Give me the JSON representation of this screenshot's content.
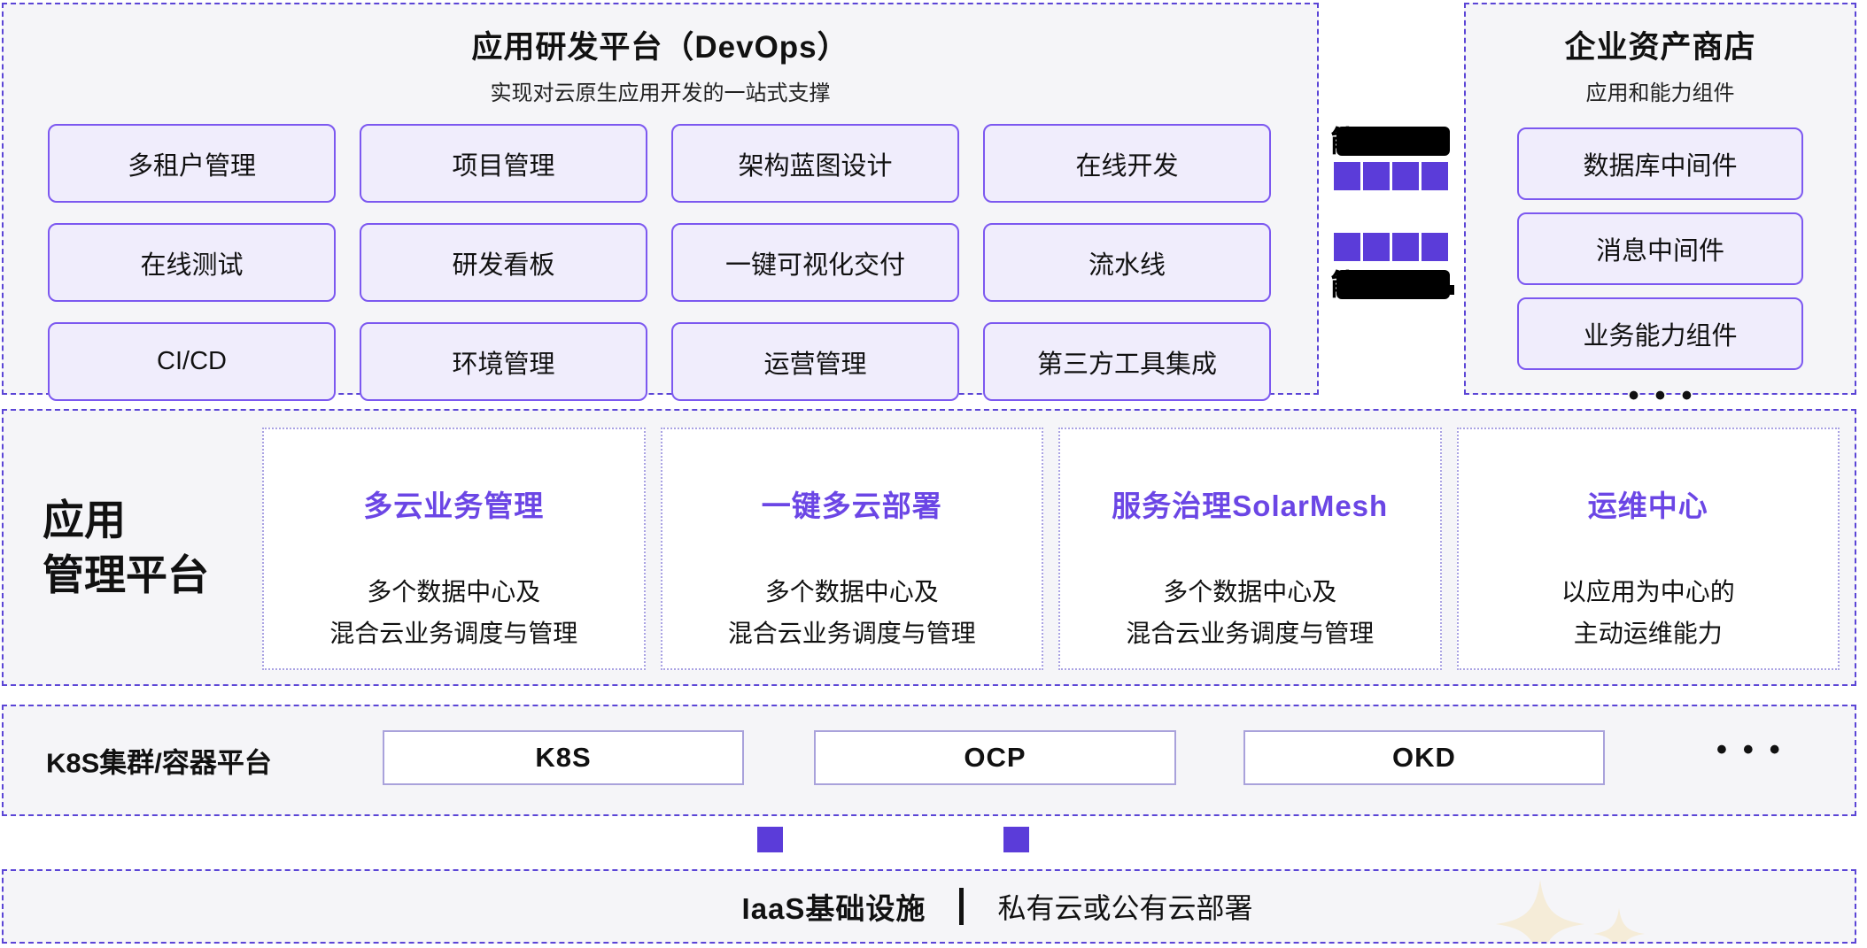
{
  "devops": {
    "title": "应用研发平台（DevOps）",
    "subtitle": "实现对云原生应用开发的一站式支撑",
    "modules": [
      "多租户管理",
      "项目管理",
      "架构蓝图设计",
      "在线开发",
      "在线测试",
      "研发看板",
      "一键可视化交付",
      "流水线",
      "CI/CD",
      "环境管理",
      "运营管理",
      "第三方工具集成"
    ]
  },
  "connector": {
    "redacted_char_top": "能",
    "redacted_char_bottom": "能"
  },
  "asset_store": {
    "title": "企业资产商店",
    "subtitle": "应用和能力组件",
    "items": [
      "数据库中间件",
      "消息中间件",
      "业务能力组件"
    ],
    "more_indicator": "•••"
  },
  "app_mgmt": {
    "label_line1": "应用",
    "label_line2": "管理平台",
    "cards": [
      {
        "title": "多云业务管理",
        "desc1": "多个数据中心及",
        "desc2": "混合云业务调度与管理"
      },
      {
        "title": "一键多云部署",
        "desc1": "多个数据中心及",
        "desc2": "混合云业务调度与管理"
      },
      {
        "title": "服务治理SolarMesh",
        "desc1": "多个数据中心及",
        "desc2": "混合云业务调度与管理"
      },
      {
        "title": "运维中心",
        "desc1": "以应用为中心的",
        "desc2": "主动运维能力"
      }
    ]
  },
  "container_platform": {
    "label": "K8S集群/容器平台",
    "items": [
      "K8S",
      "OCP",
      "OKD"
    ],
    "more_indicator": "•••"
  },
  "iaas": {
    "title": "IaaS基础设施",
    "subtitle": "私有云或公有云部署"
  },
  "colors": {
    "accent_purple": "#5b3cd9",
    "dashed_border": "#5b45d6",
    "module_border": "#7c58f0",
    "module_fill": "#f0edfc",
    "card_title": "#6b46e5",
    "panel_bg": "#f5f5f8",
    "sparkle": "#f5ecd8"
  }
}
